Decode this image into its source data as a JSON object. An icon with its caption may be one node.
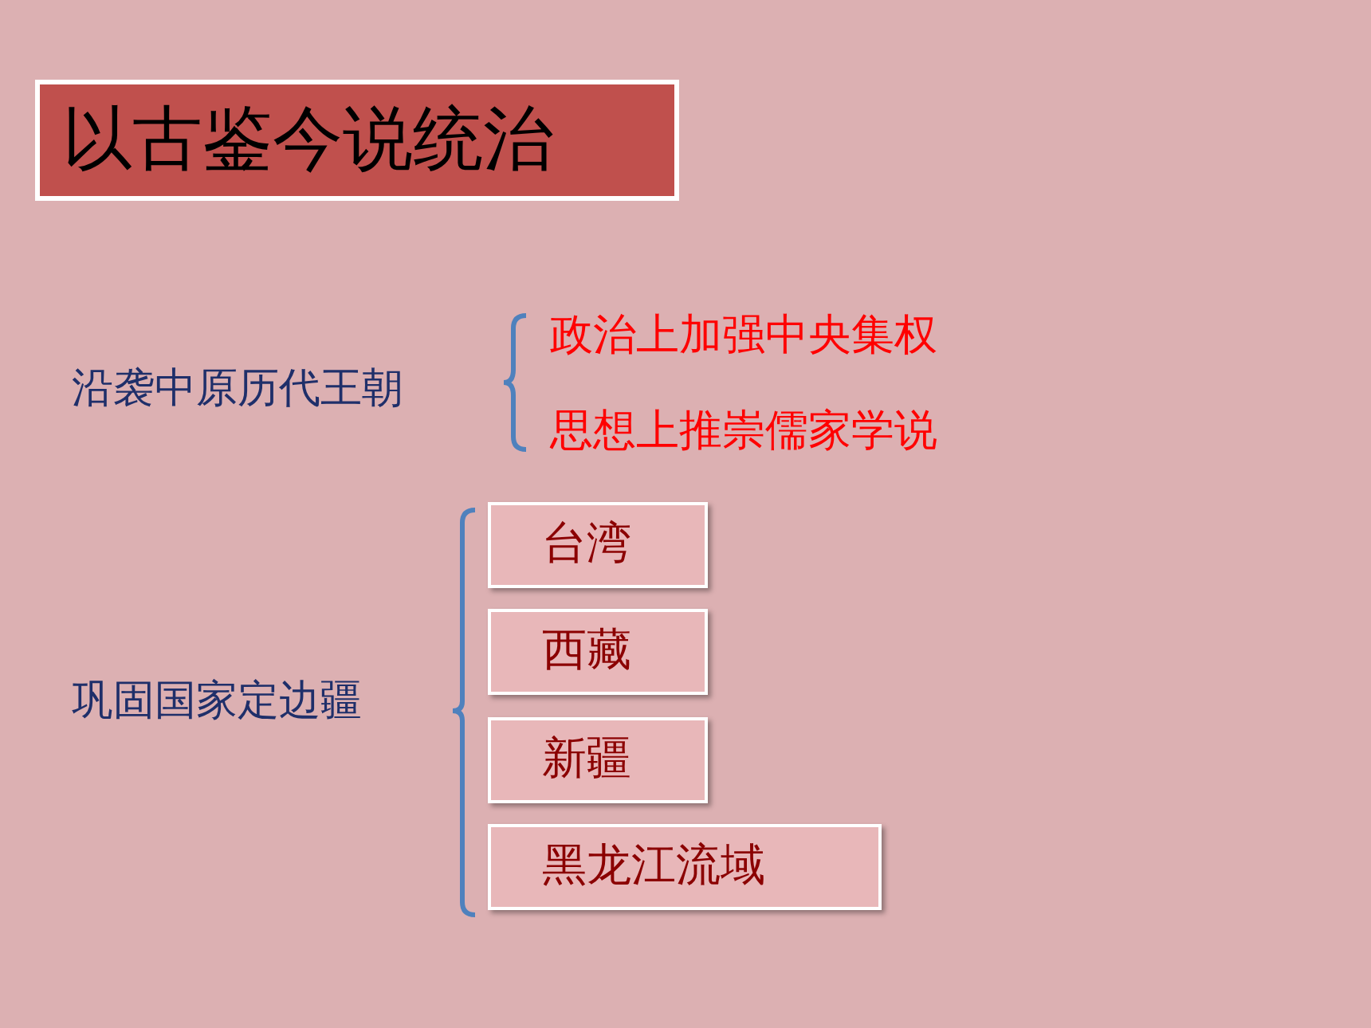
{
  "diagram": {
    "title": "以古鉴今说统治",
    "nodes": [
      {
        "text": [
          "台湾"
        ]
      },
      {
        "text": [
          "西藏"
        ]
      },
      {
        "text": [
          "新疆"
        ]
      },
      {
        "text": [
          "黑龙江流域"
        ]
      }
    ],
    "labels": [
      "沿袭中原历代王朝",
      "政治上加强中央集权",
      "思想上推崇儒家学说",
      "巩固国家定边疆"
    ]
  }
}
